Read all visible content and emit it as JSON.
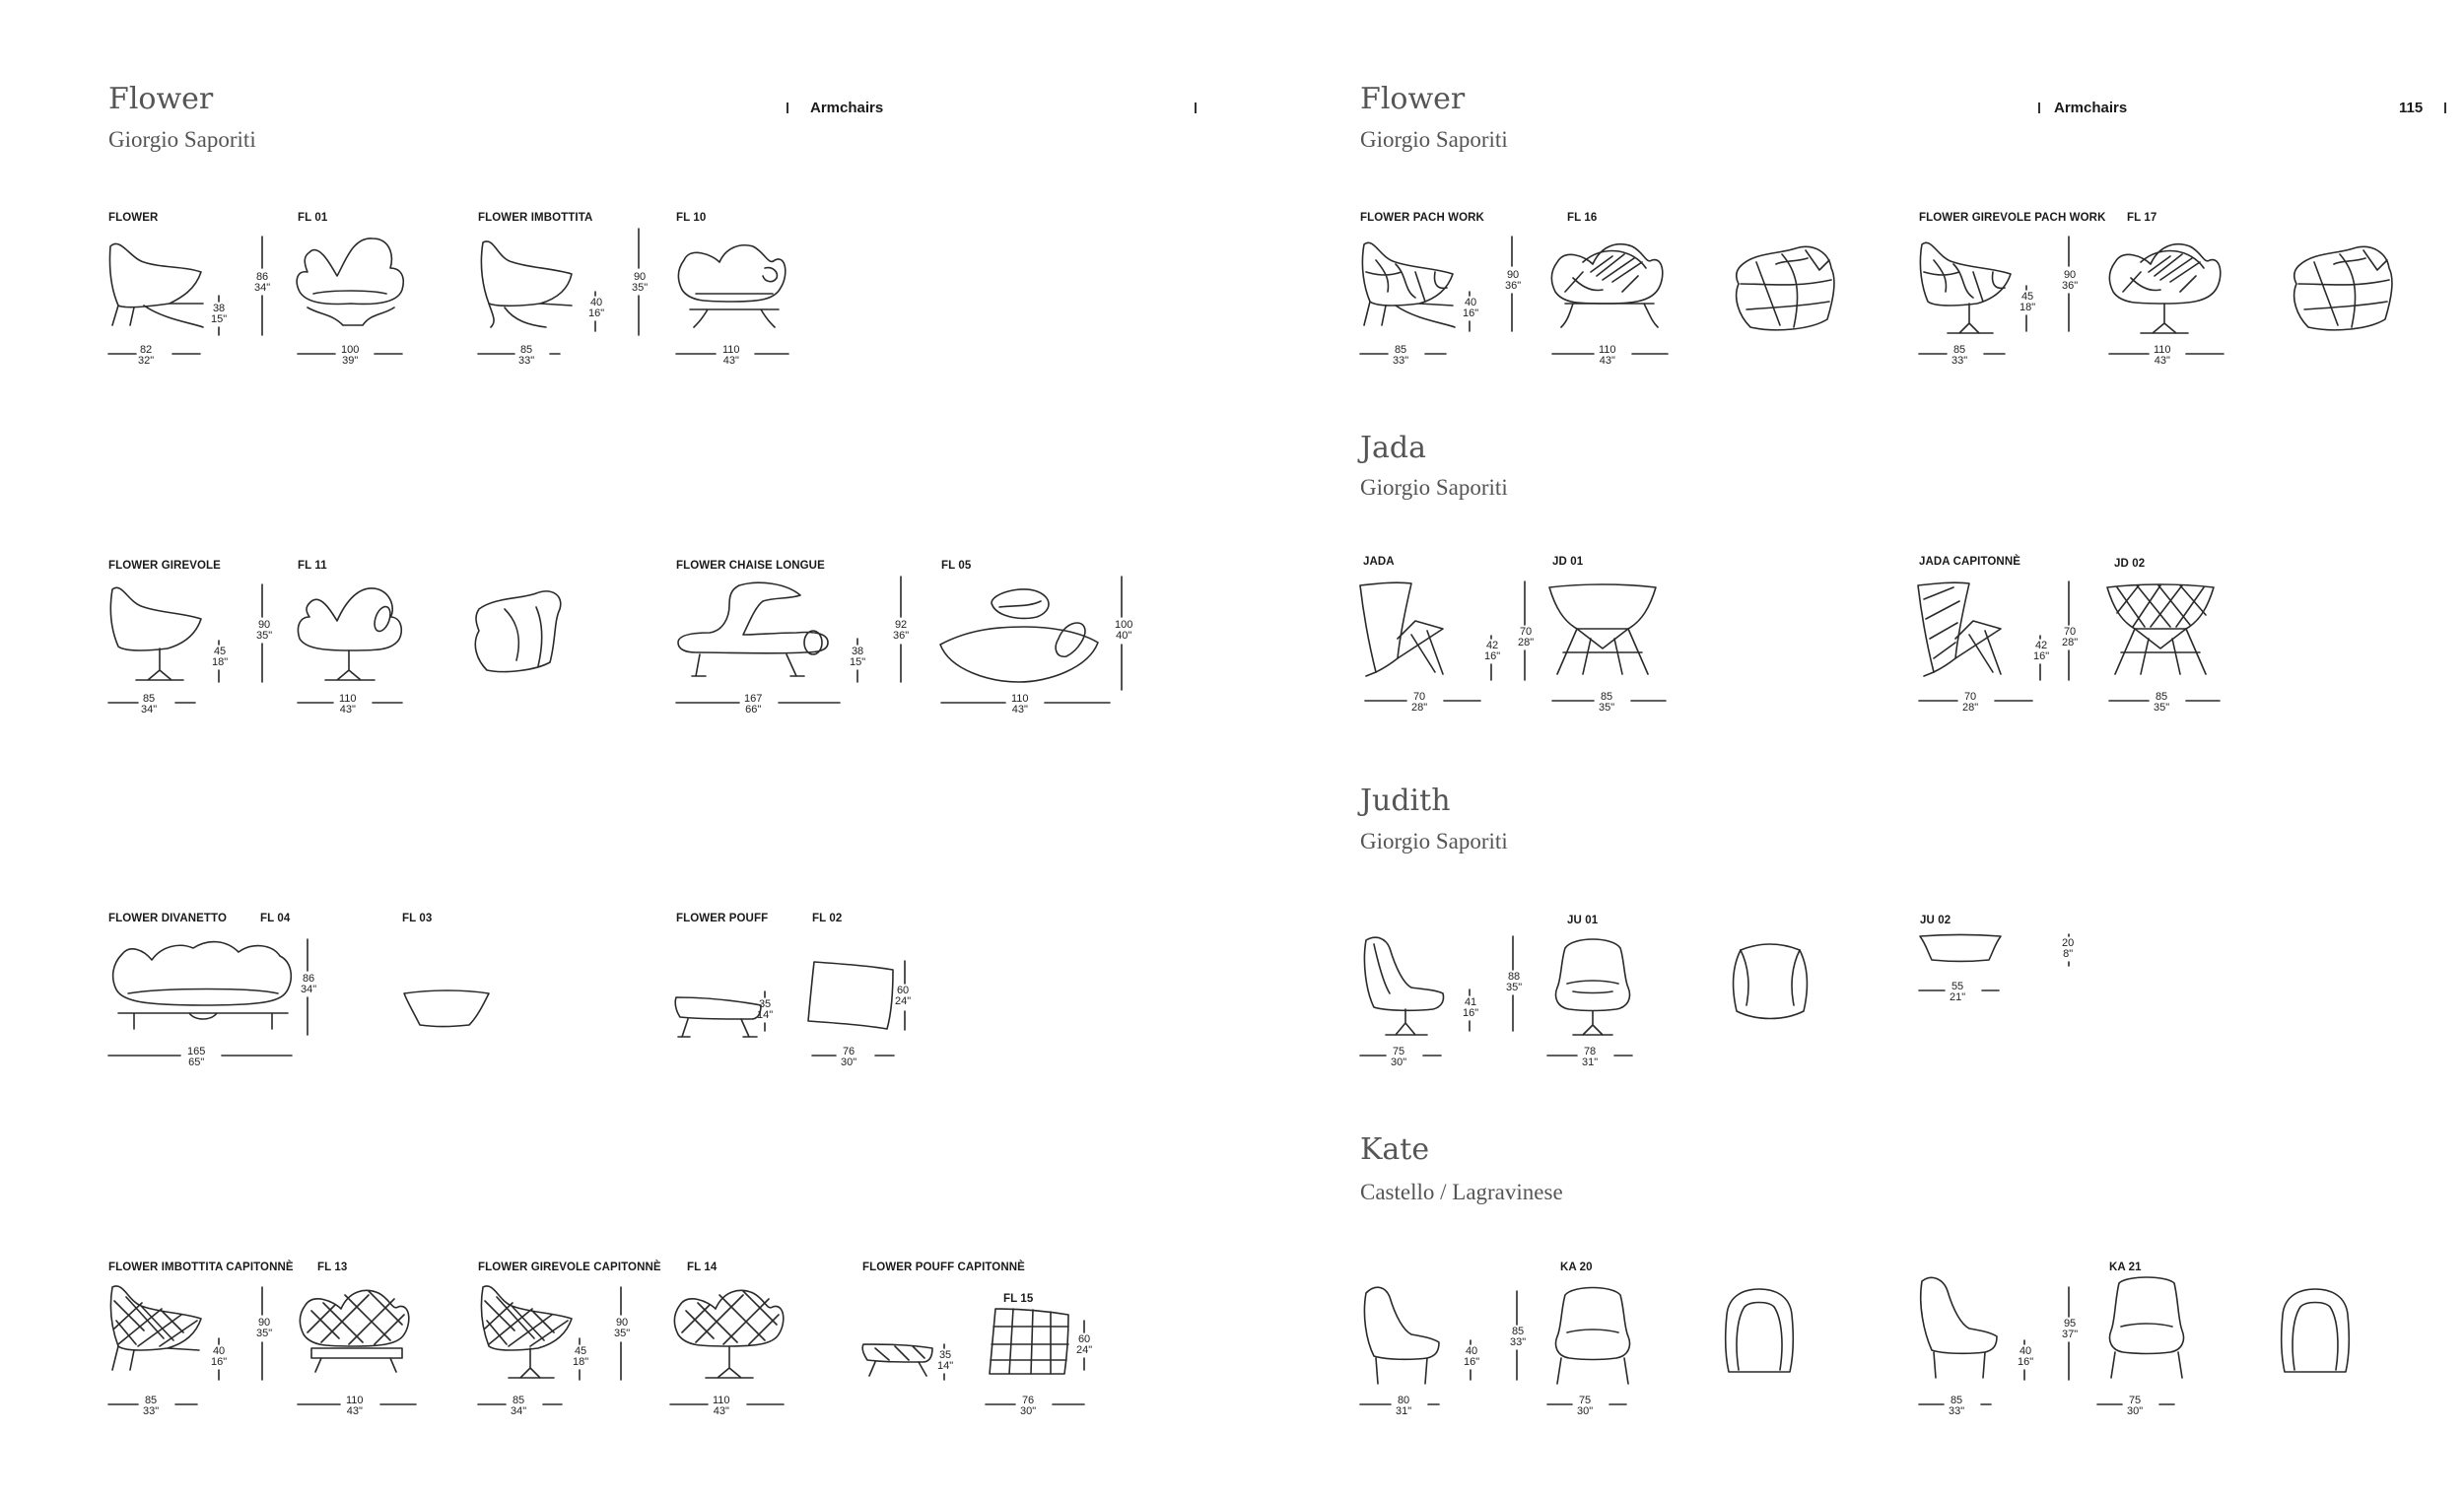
{
  "pages": [
    {
      "number": "",
      "section": "Armchairs"
    },
    {
      "number": "115",
      "section": "Armchairs"
    }
  ],
  "collections": [
    {
      "name": "Flower",
      "designer": "Giorgio Saporiti"
    },
    {
      "name": "Flower",
      "designer": "Giorgio Saporiti"
    },
    {
      "name": "Jada",
      "designer": "Giorgio Saporiti"
    },
    {
      "name": "Judith",
      "designer": "Giorgio Saporiti"
    },
    {
      "name": "Kate",
      "designer": "Castello / Lagravinese"
    }
  ],
  "labels": [
    "FLOWER",
    "FL 01",
    "FLOWER IMBOTTITA",
    "FL 10",
    "FLOWER GIREVOLE",
    "FL 11",
    "FLOWER CHAISE LONGUE",
    "FL 05",
    "FLOWER DIVANETTO",
    "FL 04",
    "FL 03",
    "FLOWER POUFF",
    "FL 02",
    "FLOWER IMBOTTITA CAPITONNÈ",
    "FL 13",
    "FLOWER GIREVOLE CAPITONNÈ",
    "FL 14",
    "FLOWER POUFF CAPITONNÈ",
    "FL 15",
    "FLOWER PACH WORK",
    "FL 16",
    "FLOWER GIREVOLE PACH WORK",
    "FL 17",
    "JADA",
    "JD 01",
    "JADA CAPITONNÈ",
    "JD 02",
    "JU 01",
    "JU 02",
    "KA 20",
    "KA 21"
  ],
  "dims": [
    {
      "a": "82",
      "b": "32\""
    },
    {
      "a": "86",
      "b": "34\""
    },
    {
      "a": "38",
      "b": "15\""
    },
    {
      "a": "100",
      "b": "39\""
    },
    {
      "a": "85",
      "b": "33\""
    },
    {
      "a": "90",
      "b": "35\""
    },
    {
      "a": "40",
      "b": "16\""
    },
    {
      "a": "110",
      "b": "43\""
    },
    {
      "a": "85",
      "b": "34\""
    },
    {
      "a": "90",
      "b": "35\""
    },
    {
      "a": "45",
      "b": "18\""
    },
    {
      "a": "110",
      "b": "43\""
    },
    {
      "a": "167",
      "b": "66\""
    },
    {
      "a": "38",
      "b": "15\""
    },
    {
      "a": "92",
      "b": "36\""
    },
    {
      "a": "110",
      "b": "43\""
    },
    {
      "a": "100",
      "b": "40\""
    },
    {
      "a": "165",
      "b": "65\""
    },
    {
      "a": "86",
      "b": "34\""
    },
    {
      "a": "35",
      "b": "14\""
    },
    {
      "a": "76",
      "b": "30\""
    },
    {
      "a": "60",
      "b": "24\""
    },
    {
      "a": "85",
      "b": "33\""
    },
    {
      "a": "40",
      "b": "16\""
    },
    {
      "a": "90",
      "b": "35\""
    },
    {
      "a": "110",
      "b": "43\""
    },
    {
      "a": "85",
      "b": "34\""
    },
    {
      "a": "45",
      "b": "18\""
    },
    {
      "a": "90",
      "b": "35\""
    },
    {
      "a": "110",
      "b": "43\""
    },
    {
      "a": "35",
      "b": "14\""
    },
    {
      "a": "76",
      "b": "30\""
    },
    {
      "a": "60",
      "b": "24\""
    },
    {
      "a": "85",
      "b": "33\""
    },
    {
      "a": "40",
      "b": "16\""
    },
    {
      "a": "90",
      "b": "36\""
    },
    {
      "a": "110",
      "b": "43\""
    },
    {
      "a": "85",
      "b": "33\""
    },
    {
      "a": "45",
      "b": "18\""
    },
    {
      "a": "90",
      "b": "36\""
    },
    {
      "a": "110",
      "b": "43\""
    },
    {
      "a": "70",
      "b": "28\""
    },
    {
      "a": "42",
      "b": "16\""
    },
    {
      "a": "70",
      "b": "28\""
    },
    {
      "a": "85",
      "b": "35\""
    },
    {
      "a": "70",
      "b": "28\""
    },
    {
      "a": "42",
      "b": "16\""
    },
    {
      "a": "70",
      "b": "28\""
    },
    {
      "a": "85",
      "b": "35\""
    },
    {
      "a": "75",
      "b": "30\""
    },
    {
      "a": "41",
      "b": "16\""
    },
    {
      "a": "88",
      "b": "35\""
    },
    {
      "a": "78",
      "b": "31\""
    },
    {
      "a": "20",
      "b": "8\""
    },
    {
      "a": "55",
      "b": "21\""
    },
    {
      "a": "80",
      "b": "31\""
    },
    {
      "a": "40",
      "b": "16\""
    },
    {
      "a": "85",
      "b": "33\""
    },
    {
      "a": "75",
      "b": "30\""
    },
    {
      "a": "85",
      "b": "33\""
    },
    {
      "a": "40",
      "b": "16\""
    },
    {
      "a": "95",
      "b": "37\""
    },
    {
      "a": "75",
      "b": "30\""
    }
  ]
}
